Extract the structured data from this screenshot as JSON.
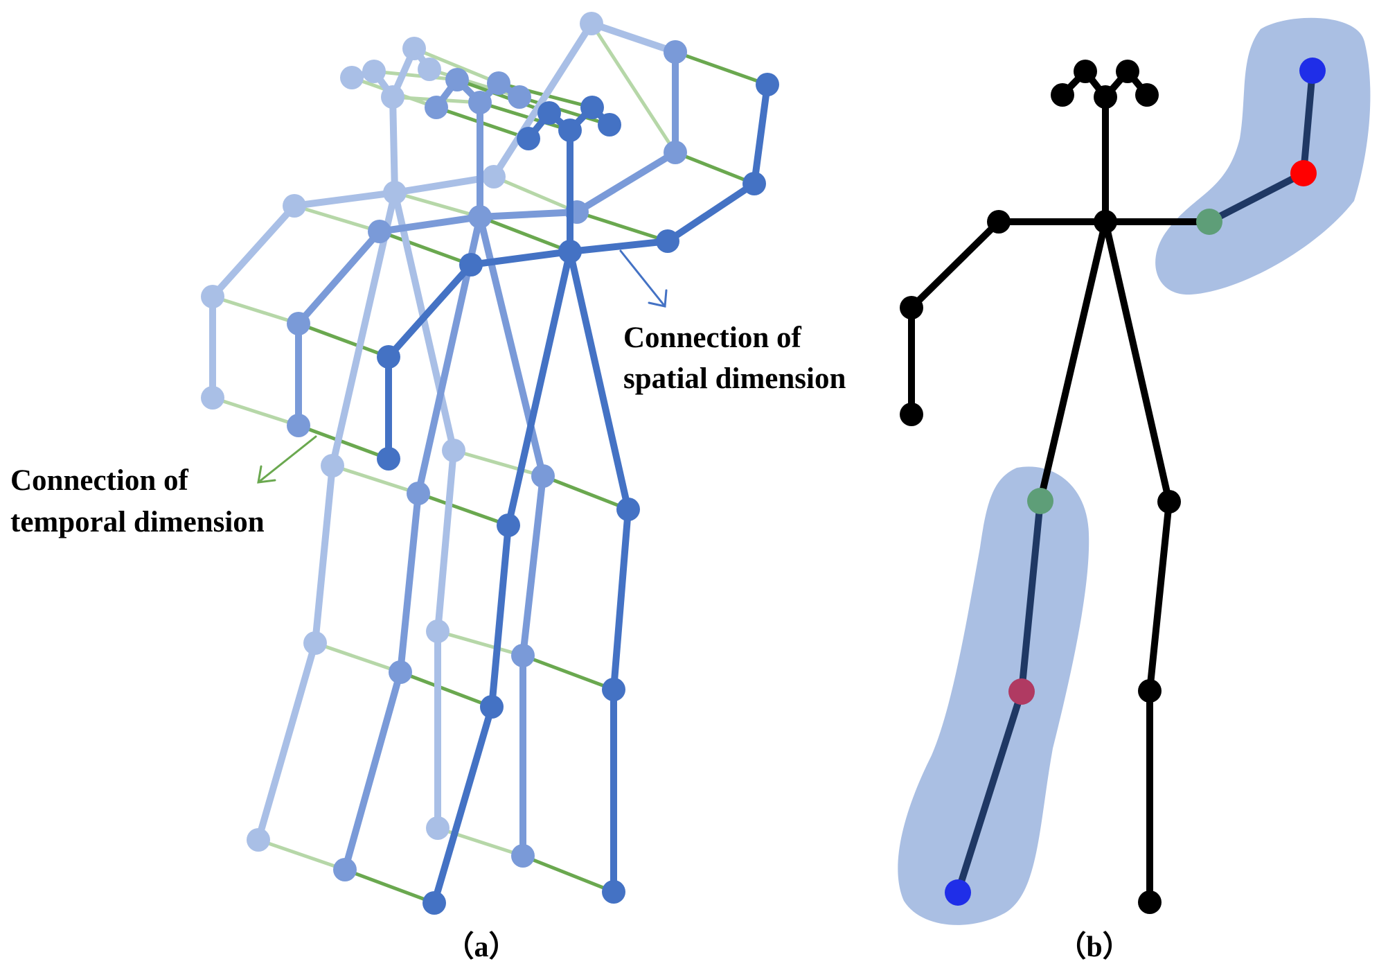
{
  "annotations": {
    "spatial": {
      "line1": "Connection of",
      "line2": "spatial dimension"
    },
    "temporal": {
      "line1": "Connection of",
      "line2": "temporal dimension"
    }
  },
  "captions": {
    "a": "（a）",
    "b": "（b）"
  },
  "colors": {
    "frame_far": "#a9bfe6",
    "frame_mid": "#7a9ad8",
    "frame_near": "#4472c4",
    "temporal_link": "#6aa84f",
    "temporal_link_light": "#b6d7a8",
    "skeleton": "#000000",
    "highlight_region": "#aabfe3",
    "highlight_bone": "#1f3864",
    "joint_green": "#5e9e78",
    "joint_red": "#ff0000",
    "joint_blue": "#1f2ee8",
    "joint_crimson": "#b03a62"
  }
}
